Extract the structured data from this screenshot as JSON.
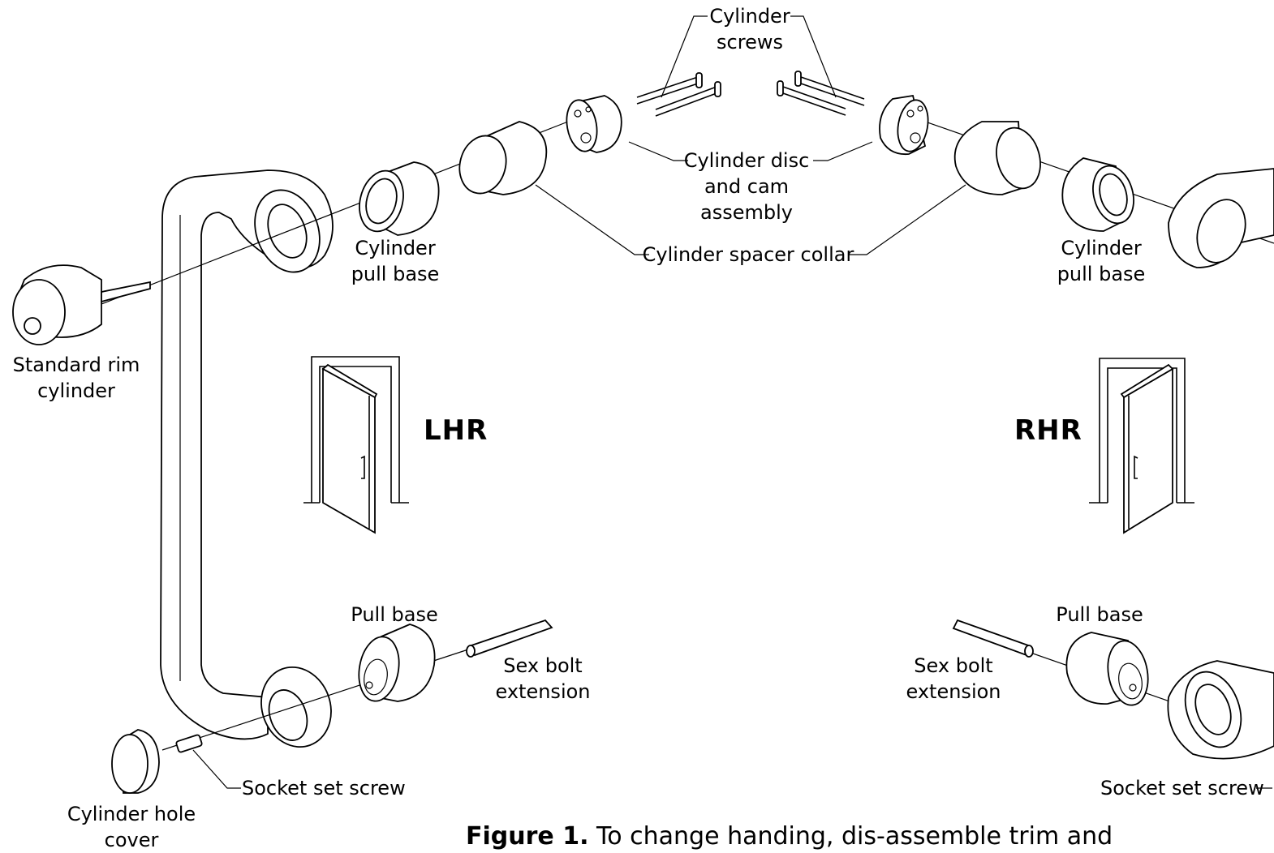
{
  "figure": {
    "caption_bold": "Figure 1.",
    "caption_text": " To change handing, dis-assemble trim and"
  },
  "handing": {
    "left": "LHR",
    "right": "RHR"
  },
  "labels": {
    "cylinder_screws_line1": "Cylinder",
    "cylinder_screws_line2": "screws",
    "cylinder_disc_line1": "Cylinder disc",
    "cylinder_disc_line2": "and cam",
    "cylinder_disc_line3": "assembly",
    "cylinder_spacer_collar": "Cylinder spacer collar",
    "cylinder_pull_base_left_line1": "Cylinder",
    "cylinder_pull_base_left_line2": "pull base",
    "cylinder_pull_base_right_line1": "Cylinder",
    "cylinder_pull_base_right_line2": "pull base",
    "standard_rim_cylinder_line1": "Standard rim",
    "standard_rim_cylinder_line2": "cylinder",
    "pull_base_left": "Pull base",
    "pull_base_right": "Pull base",
    "sex_bolt_left_line1": "Sex bolt",
    "sex_bolt_left_line2": "extension",
    "sex_bolt_right_line1": "Sex bolt",
    "sex_bolt_right_line2": "extension",
    "socket_set_screw_left": "Socket set screw",
    "socket_set_screw_right": "Socket set screw",
    "cylinder_hole_cover_line1": "Cylinder hole",
    "cylinder_hole_cover_line2": "cover"
  }
}
